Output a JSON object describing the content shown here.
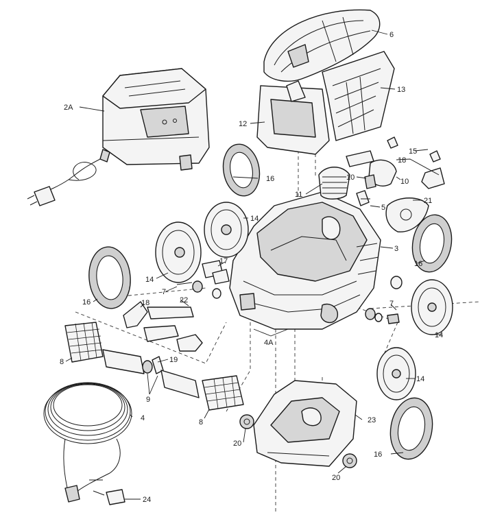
{
  "labels": {
    "p2A": "2A",
    "p3": "3",
    "p4": "4",
    "p4A": "4A",
    "p5": "5",
    "p6": "6",
    "p7a": "7",
    "p7b": "7",
    "p8a": "8",
    "p8b": "8",
    "p9": "9",
    "p10a": "10",
    "p10b": "10",
    "p11": "11",
    "p12": "12",
    "p13": "13",
    "p14a": "14",
    "p14b": "14",
    "p14c": "14",
    "p14d": "14",
    "p15": "15",
    "p16a": "16",
    "p16b": "16",
    "p16c": "16",
    "p16d": "16",
    "p17": "17",
    "p18a": "18",
    "p18b": "18",
    "p19": "19",
    "p20a": "20",
    "p20b": "20",
    "p21": "21",
    "p22": "22",
    "p23": "23",
    "p24": "24"
  }
}
